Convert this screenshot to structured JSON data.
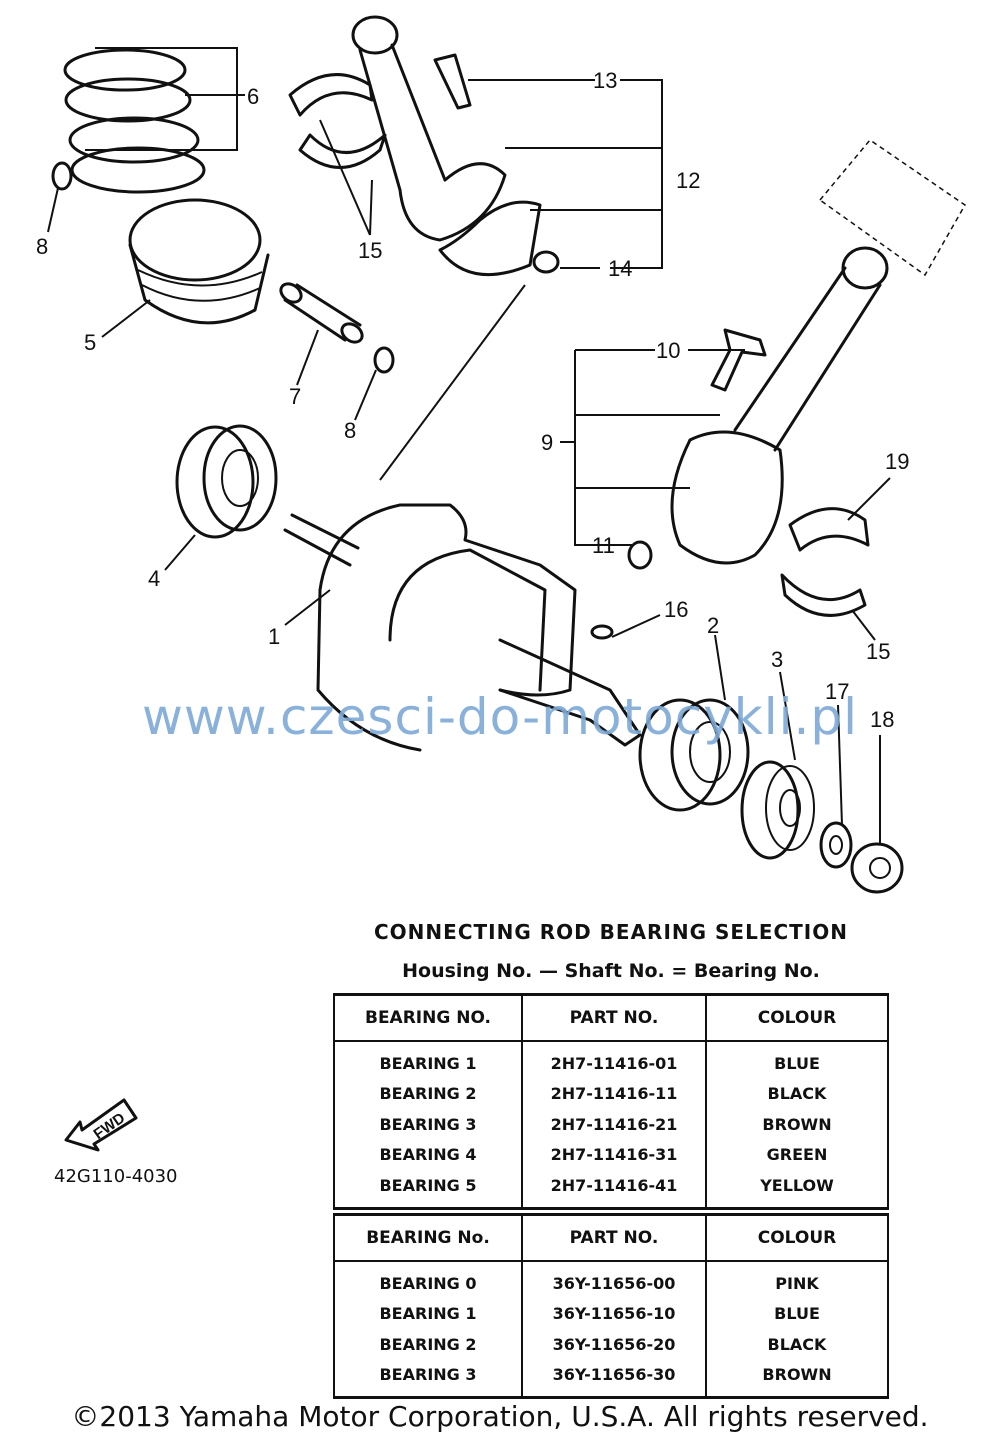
{
  "diagram": {
    "callouts": {
      "c1": "1",
      "c2": "2",
      "c3": "3",
      "c4": "4",
      "c5": "5",
      "c6": "6",
      "c7": "7",
      "c8a": "8",
      "c8b": "8",
      "c9": "9",
      "c10": "10",
      "c11": "11",
      "c12": "12",
      "c13": "13",
      "c14": "14",
      "c15a": "15",
      "c15b": "15",
      "c16": "16",
      "c17": "17",
      "c18": "18",
      "c19": "19"
    }
  },
  "watermark": "www.czesci-do-motocykli.pl",
  "selection": {
    "title": "CONNECTING ROD BEARING SELECTION",
    "formula": "Housing No. — Shaft No. = Bearing No.",
    "table1": {
      "headers": [
        "BEARING NO.",
        "PART NO.",
        "COLOUR"
      ],
      "rows": [
        [
          "BEARING 1",
          "2H7-11416-01",
          "BLUE"
        ],
        [
          "BEARING 2",
          "2H7-11416-11",
          "BLACK"
        ],
        [
          "BEARING 3",
          "2H7-11416-21",
          "BROWN"
        ],
        [
          "BEARING 4",
          "2H7-11416-31",
          "GREEN"
        ],
        [
          "BEARING 5",
          "2H7-11416-41",
          "YELLOW"
        ]
      ]
    },
    "table2": {
      "headers": [
        "BEARING No.",
        "PART NO.",
        "COLOUR"
      ],
      "rows": [
        [
          "BEARING 0",
          "36Y-11656-00",
          "PINK"
        ],
        [
          "BEARING 1",
          "36Y-11656-10",
          "BLUE"
        ],
        [
          "BEARING 2",
          "36Y-11656-20",
          "BLACK"
        ],
        [
          "BEARING 3",
          "36Y-11656-30",
          "BROWN"
        ]
      ]
    }
  },
  "fwd_label": "FWD",
  "ref_code": "42G110-4030",
  "copyright": "©2013 Yamaha Motor Corporation, U.S.A. All rights reserved."
}
